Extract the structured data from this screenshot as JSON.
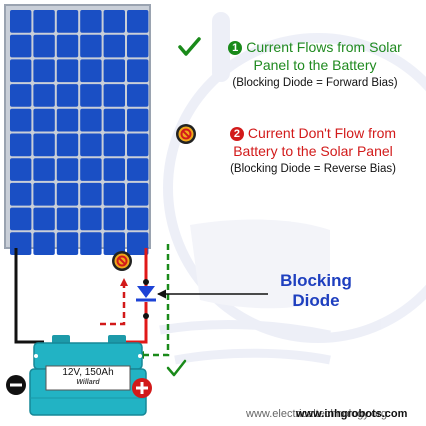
{
  "legend": {
    "item1": {
      "number": "1",
      "line1": "Current Flows from Solar",
      "line2": "Panel to the Battery",
      "note": "(Blocking Diode = Forward Bias)"
    },
    "item2": {
      "number": "2",
      "line1": "Current Don't Flow from",
      "line2": "Battery to the Solar Panel",
      "note": "(Blocking Diode = Reverse Bias)"
    }
  },
  "diode_label": {
    "line1": "Blocking",
    "line2": "Diode"
  },
  "battery": {
    "rating": "12V, 150Ah",
    "brand": "Willard"
  },
  "terminals": {
    "negative": "−",
    "positive": "+"
  },
  "website": "www.electricaltechnology.org",
  "overlay_website": "www.inhgrobots.com",
  "colors": {
    "panel_cell": "#1a4fc4",
    "panel_frame": "#b8c0cc",
    "forward_arrow": "#1a8a1a",
    "reverse_arrow": "#d21a1a",
    "diode": "#1d43d6",
    "battery_body": "#22b3c4",
    "wire_red": "#e01818",
    "wire_black": "#111111",
    "label_blue": "#1e3fbf"
  },
  "icons": [
    "check-icon",
    "forbidden-icon",
    "solar-panel",
    "battery",
    "diode-symbol"
  ]
}
